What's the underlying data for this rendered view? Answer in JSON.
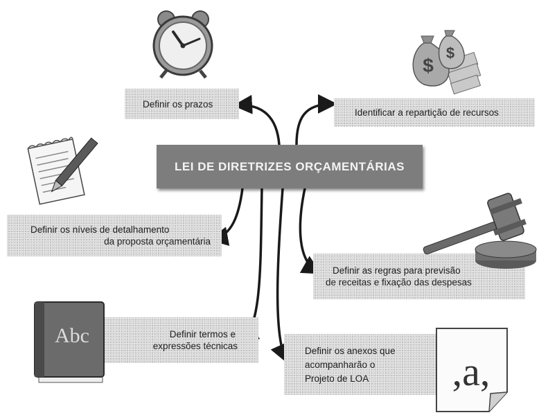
{
  "center": {
    "title": "LEI DE DIRETRIZES ORÇAMENTÁRIAS"
  },
  "nodes": {
    "prazos": {
      "lines": [
        "Definir os prazos"
      ]
    },
    "reparticao": {
      "lines": [
        "Identificar a repartição de recursos"
      ]
    },
    "niveis": {
      "lines": [
        "Definir os níveis de detalhamento",
        "da proposta orçamentária"
      ]
    },
    "regras": {
      "lines": [
        "Definir as regras para previsão",
        "de receitas e fixação das despesas"
      ]
    },
    "termos": {
      "lines": [
        "Definir termos e",
        "expressões técnicas"
      ]
    },
    "anexos": {
      "lines": [
        "Definir os anexos que",
        "acompanharão o",
        "Projeto de LOA"
      ]
    }
  },
  "icons": {
    "clock": "alarm-clock-icon",
    "money": "money-bags-icon",
    "document": "document-pen-icon",
    "gavel": "gavel-icon",
    "book": "abc-book-icon",
    "page": "font-page-icon",
    "book_label": "Abc",
    "page_label": ",a,"
  },
  "colors": {
    "center_box": "#7d7d7d",
    "node_box": "#d6d6d6",
    "arrow": "#1a1a1a"
  }
}
